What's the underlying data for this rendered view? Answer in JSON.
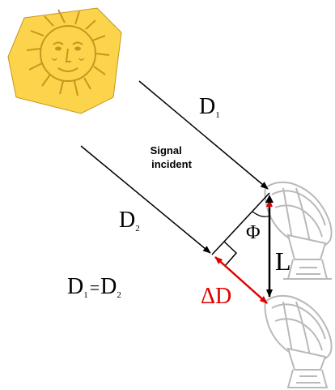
{
  "labels": {
    "d1_main": "D",
    "d1_sub": "1",
    "d2_main": "D",
    "d2_sub": "2",
    "signal_line1": "Signal",
    "signal_line2": "incident",
    "phi": "Φ",
    "baseline": "L",
    "delta_d": "ΔD",
    "eq_left_main": "D",
    "eq_left_sub": "1",
    "eq_equals": "=",
    "eq_right_main": "D",
    "eq_right_sub": "2"
  },
  "icons": [
    "sun-icon",
    "antenna-dish-icon"
  ],
  "colors": {
    "sun_fill": "#fbd44c",
    "sun_outline": "#c8961c",
    "antenna_gray": "#b9b9b9",
    "delta_red": "#e00000",
    "line_black": "#000000"
  }
}
